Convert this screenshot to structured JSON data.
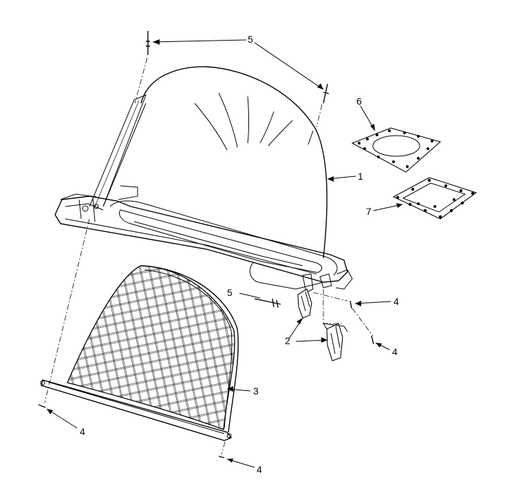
{
  "diagram": {
    "callouts": [
      {
        "id": "c5a",
        "label": "5"
      },
      {
        "id": "c6",
        "label": "6"
      },
      {
        "id": "c1",
        "label": "1"
      },
      {
        "id": "c7",
        "label": "7"
      },
      {
        "id": "c5b",
        "label": "5"
      },
      {
        "id": "c4a",
        "label": "4"
      },
      {
        "id": "c2",
        "label": "2"
      },
      {
        "id": "c4b",
        "label": "4"
      },
      {
        "id": "c3",
        "label": "3"
      },
      {
        "id": "c4c",
        "label": "4"
      },
      {
        "id": "c4d",
        "label": "4"
      }
    ]
  }
}
